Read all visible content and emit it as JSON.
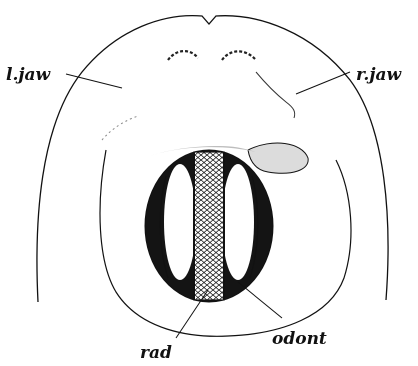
{
  "figure": {
    "labels": {
      "left_jaw": "l.jaw",
      "right_jaw": "r.jaw",
      "radula": "rad",
      "odontophore": "odont"
    }
  },
  "colors": {
    "ink": "#111111",
    "paper": "#ffffff",
    "cartilage_dark": "#141414",
    "shading_gray": "#cfcfcf"
  }
}
